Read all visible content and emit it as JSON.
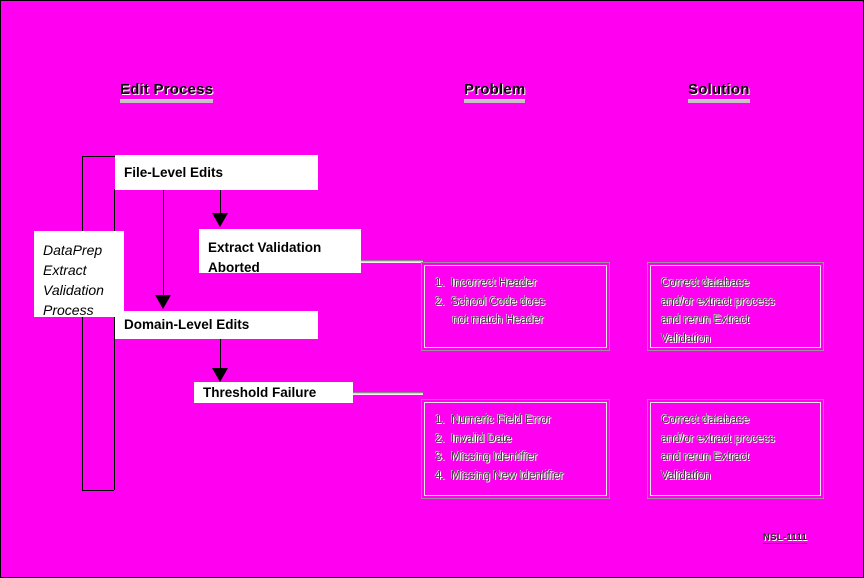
{
  "diagram": {
    "background_color": "#ff00f0",
    "frame_border_color": "#000000",
    "headings": [
      {
        "label": "Edit Process"
      },
      {
        "label": "Problem"
      },
      {
        "label": "Solution"
      }
    ],
    "process_boxes": [
      {
        "label": "File-Level Edits"
      },
      {
        "label": "DataPrep\nExtract\nValidation\nProcess"
      },
      {
        "label": "Extract Validation\nAborted"
      },
      {
        "label": "Domain-Level Edits"
      },
      {
        "label": "Threshold Failure"
      }
    ],
    "problems": [
      {
        "lines": [
          {
            "text": "1.  Incorrect Header",
            "indent": false
          },
          {
            "text": "2.  School Code does",
            "indent": false
          },
          {
            "text": "not match Header",
            "indent": true
          }
        ]
      },
      {
        "lines": [
          {
            "text": "1.  Numeric Field Error",
            "indent": false
          },
          {
            "text": "2.  Invalid Date",
            "indent": false
          },
          {
            "text": "3.  Missing Identifier",
            "indent": false
          },
          {
            "text": "4.  Missing New Identifier",
            "indent": false
          }
        ]
      }
    ],
    "solutions": [
      {
        "lines": [
          {
            "text": "Correct database",
            "indent": false
          },
          {
            "text": "and/or extract process",
            "indent": false
          },
          {
            "text": "and rerun Extract",
            "indent": false
          },
          {
            "text": "Validation",
            "indent": false
          }
        ]
      },
      {
        "lines": [
          {
            "text": "Correct database",
            "indent": false
          },
          {
            "text": "and/or extract process",
            "indent": false
          },
          {
            "text": "and rerun Extract",
            "indent": false
          },
          {
            "text": "Validation",
            "indent": false
          }
        ]
      }
    ],
    "footer_code": "NSL-1111"
  }
}
